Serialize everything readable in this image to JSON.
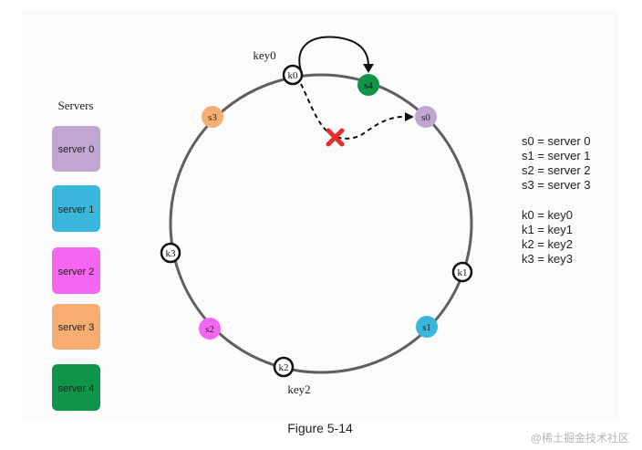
{
  "servers_title": "Servers",
  "servers": [
    {
      "label": "server 0",
      "color": "#c0a6d0"
    },
    {
      "label": "server 1",
      "color": "#38b6dc"
    },
    {
      "label": "server 2",
      "color": "#f766f2"
    },
    {
      "label": "server 3",
      "color": "#f8ae70"
    },
    {
      "label": "server 4",
      "color": "#0f9449"
    }
  ],
  "ring_nodes": [
    {
      "label": "s0",
      "color": "#c0a6d0"
    },
    {
      "label": "s1",
      "color": "#38b6dc"
    },
    {
      "label": "s2",
      "color": "#f766f2"
    },
    {
      "label": "s3",
      "color": "#f8ae70"
    },
    {
      "label": "s4",
      "color": "#0f9449"
    }
  ],
  "key_nodes": [
    {
      "label": "k0"
    },
    {
      "label": "k1"
    },
    {
      "label": "k2"
    },
    {
      "label": "k3"
    }
  ],
  "key_labels": {
    "key0": "key0",
    "key2": "key2"
  },
  "legend_servers": [
    "s0 = server 0",
    "s1 = server 1",
    "s2 = server 2",
    "s3 = server 3"
  ],
  "legend_keys": [
    "k0 = key0",
    "k1 = key1",
    "k2 = key2",
    "k3 = key3"
  ],
  "caption": "Figure 5-14",
  "watermark": "@稀土掘金技术社区",
  "colors": {
    "ring": "#5f5f5f",
    "cross": "#e0302c"
  }
}
